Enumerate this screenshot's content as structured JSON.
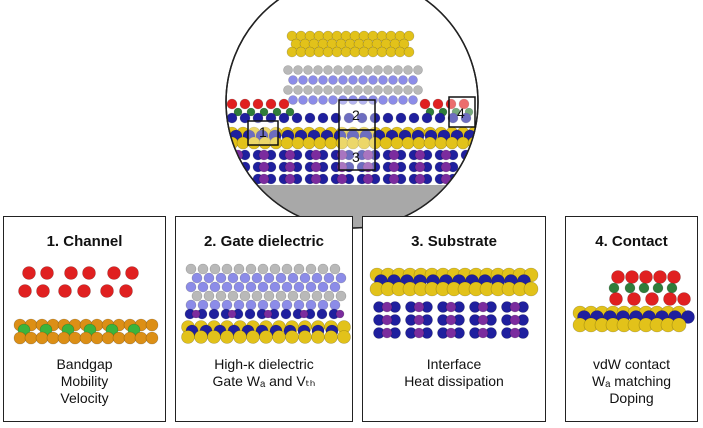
{
  "callouts": [
    {
      "number": "1"
    },
    {
      "number": "2"
    },
    {
      "number": "3"
    },
    {
      "number": "4"
    }
  ],
  "panels": [
    {
      "title": "1. Channel",
      "lines": [
        "Bandgap",
        "Mobility",
        "Velocity"
      ]
    },
    {
      "title": "2. Gate dielectric",
      "lines": [
        "High-κ dielectric",
        "Gate Wₐ and Vₜₕ"
      ]
    },
    {
      "title": "3. Substrate",
      "lines": [
        "Interface",
        "Heat dissipation"
      ]
    },
    {
      "title": "4. Contact",
      "lines": [
        "vdW contact",
        "Wₐ matching",
        "Doping"
      ]
    }
  ],
  "atom_colors": {
    "gold": "#e2c21a",
    "blue_atom": "#1f1f9e",
    "purple_atom": "#7b2c9e",
    "periwinkle": "#8c8ce8",
    "silver": "#b9b9b9",
    "red": "#e02020",
    "green": "#2f7d3a",
    "orange": "#dc8f16",
    "bright_green": "#3cb43c",
    "substrate_gray": "#a8a8a8"
  }
}
